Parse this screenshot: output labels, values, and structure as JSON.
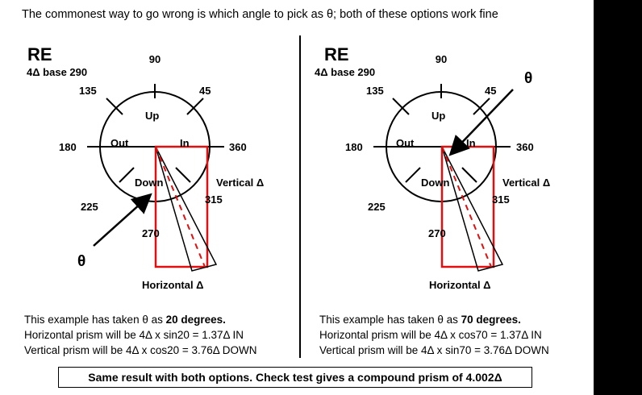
{
  "caption": "The commonest way to go wrong is which angle to pick as θ; both of these options work fine",
  "left": {
    "eye": "RE",
    "base": "4Δ base 290",
    "deg90": "90",
    "deg135": "135",
    "deg45": "45",
    "deg180": "180",
    "deg360": "360",
    "deg225": "225",
    "deg315": "315",
    "deg270": "270",
    "up": "Up",
    "out": "Out",
    "in": "In",
    "down": "Down",
    "vertical": "Vertical Δ",
    "horizontal": "Horizontal Δ",
    "theta": "θ",
    "line1_pre": "This example has taken θ as ",
    "line1_bold": "20 degrees.",
    "line2": "Horizontal prism will be 4Δ x sin20 = 1.37Δ IN",
    "line3": "Vertical prism will be 4Δ x cos20 = 3.76Δ DOWN"
  },
  "right": {
    "eye": "RE",
    "base": "4Δ base 290",
    "deg90": "90",
    "deg135": "135",
    "deg45": "45",
    "deg180": "180",
    "deg360": "360",
    "deg225": "225",
    "deg315": "315",
    "deg270": "270",
    "up": "Up",
    "out": "Out",
    "in": "In",
    "down": "Down",
    "vertical": "Vertical Δ",
    "horizontal": "Horizontal Δ",
    "theta": "θ",
    "line1_pre": "This example has taken θ as ",
    "line1_bold": "70 degrees.",
    "line2": "Horizontal prism will be 4Δ x cos70 = 1.37Δ IN",
    "line3": "Vertical prism will be 4Δ x sin70 = 3.76Δ DOWN"
  },
  "result": "Same result with both options. Check test gives a compound prism of 4.002Δ",
  "colors": {
    "rectangle": "#e01010",
    "dashed": "#e01010",
    "ink": "#000000"
  }
}
